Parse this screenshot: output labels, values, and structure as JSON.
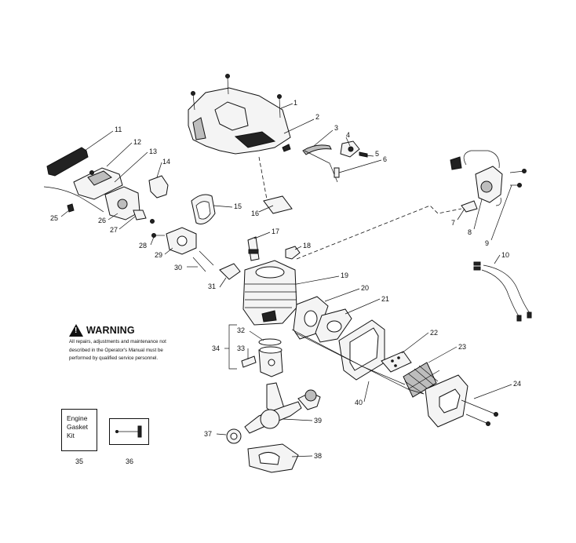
{
  "warning": {
    "title": "WARNING",
    "lines": [
      "All repairs, adjustments and maintenance not",
      "described in the Operator's Manual must be",
      "performed by qualified  service personnel."
    ]
  },
  "kit_box": {
    "lines": [
      "Engine",
      "Gasket",
      "Kit"
    ]
  },
  "callouts": [
    "1",
    "2",
    "3",
    "4",
    "5",
    "6",
    "7",
    "8",
    "9",
    "10",
    "11",
    "12",
    "13",
    "14",
    "15",
    "16",
    "17",
    "18",
    "19",
    "20",
    "21",
    "22",
    "23",
    "24",
    "25",
    "26",
    "27",
    "28",
    "29",
    "30",
    "31",
    "32",
    "33",
    "34",
    "35",
    "36",
    "37",
    "38",
    "39",
    "40"
  ]
}
